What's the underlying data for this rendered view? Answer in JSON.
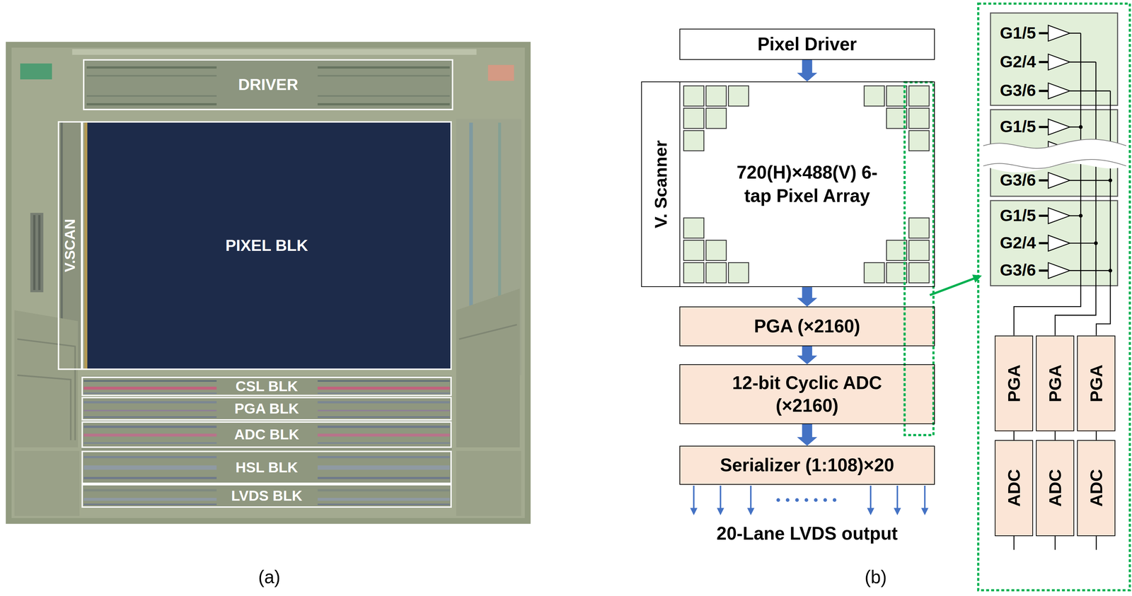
{
  "diagram": {
    "nodes": [
      {
        "text": [
          "DRIVER"
        ]
      },
      {
        "text": [
          "V.SCAN"
        ]
      },
      {
        "text": [
          "PIXEL BLK"
        ]
      },
      {
        "text": [
          "CSL BLK"
        ]
      },
      {
        "text": [
          "PGA BLK"
        ]
      },
      {
        "text": [
          "ADC BLK"
        ]
      },
      {
        "text": [
          "HSL BLK"
        ]
      },
      {
        "text": [
          "LVDS BLK"
        ]
      },
      {
        "text": [
          "Pixel Driver"
        ]
      },
      {
        "text": [
          "V. Scanner"
        ]
      },
      {
        "text": [
          "720(H)×488(V) 6-tap Pixel Array"
        ]
      },
      {
        "text": [
          "PGA (×2160)"
        ]
      },
      {
        "text": [
          "12-bit Cyclic ADC (×2160)"
        ]
      },
      {
        "text": [
          "Serializer (1:108)×20"
        ]
      },
      {
        "text": [
          "G1/5",
          "G2/4",
          "G3/6"
        ]
      },
      {
        "text": [
          "G1/5",
          "G3/6"
        ]
      },
      {
        "text": [
          "G1/5",
          "G2/4",
          "G3/6"
        ]
      },
      {
        "text": [
          "PGA"
        ]
      },
      {
        "text": [
          "PGA"
        ]
      },
      {
        "text": [
          "PGA"
        ]
      },
      {
        "text": [
          "ADC"
        ]
      },
      {
        "text": [
          "ADC"
        ]
      },
      {
        "text": [
          "ADC"
        ]
      }
    ],
    "edges": [
      {
        "from": 8,
        "to": 10,
        "arrow": "to"
      },
      {
        "from": 10,
        "to": 11,
        "arrow": "to"
      },
      {
        "from": 11,
        "to": 12,
        "arrow": "to"
      },
      {
        "from": 12,
        "to": 13,
        "arrow": "to"
      },
      {
        "from": 16,
        "to": 17,
        "arrow": "none"
      },
      {
        "from": 16,
        "to": 18,
        "arrow": "none"
      },
      {
        "from": 16,
        "to": 19,
        "arrow": "none"
      },
      {
        "from": 17,
        "to": 20,
        "arrow": "none"
      },
      {
        "from": 18,
        "to": 21,
        "arrow": "none"
      },
      {
        "from": 19,
        "to": 22,
        "arrow": "none"
      }
    ],
    "labels": [
      "(a)",
      "(b)",
      "20-Lane LVDS output"
    ]
  }
}
